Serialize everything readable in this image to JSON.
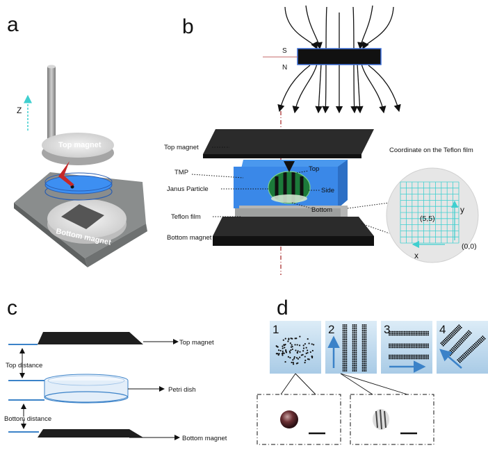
{
  "panels": {
    "a": {
      "letter": "a",
      "axis_label": "Z",
      "top_magnet": "Top magnet",
      "bottom_magnet": "Bottom magnet"
    },
    "b": {
      "letter": "b",
      "pole_s": "S",
      "pole_n": "N",
      "top_magnet": "Top magnet",
      "tmp": "TMP",
      "janus_particle": "Janus Particle",
      "teflon_film": "Teflon film",
      "bottom_magnet": "Bottom magnet",
      "top": "Top",
      "side": "Side",
      "bottom": "Bottom",
      "coordinate_title": "Coordinate on the Teflon film",
      "point_label": "(5,5)",
      "origin_label": "(0,0)",
      "x_label": "x",
      "y_label": "y"
    },
    "c": {
      "letter": "c",
      "top_magnet": "Top magnet",
      "petri_dish": "Petri dish",
      "bottom_magnet": "Bottom magnet",
      "top_distance": "Top distance",
      "bottom_distance": "Bottom distance"
    },
    "d": {
      "letter": "d",
      "tiles": [
        "1",
        "2",
        "3",
        "4"
      ]
    }
  },
  "colors": {
    "magnet_dark": "#1a1a1a",
    "tmp_blue": "#3f8fea",
    "teflon_gray": "#a9aaa9",
    "accent_cyan": "#2ec4b6",
    "grid_cyan": "#3fcfcf",
    "tile_blue": "#cfe3f3"
  }
}
